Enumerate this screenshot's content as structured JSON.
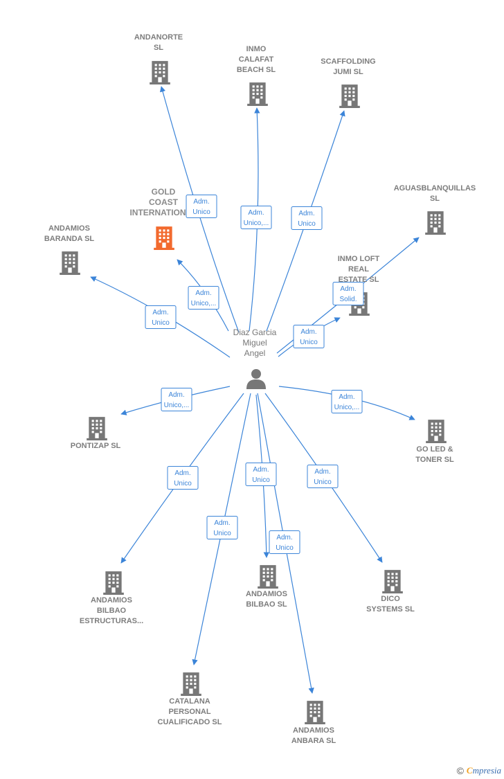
{
  "colors": {
    "edge": "#3b84d8",
    "building": "#777777",
    "highlight_building": "#f26a2e",
    "person": "#777777"
  },
  "person": {
    "name_lines": [
      "Diaz Garcia",
      "Miguel",
      "Angel"
    ],
    "icon": "person-icon"
  },
  "companies": [
    {
      "id": "andanorte",
      "lines": [
        "ANDANORTE",
        "SL"
      ],
      "icon": "building-icon"
    },
    {
      "id": "inmo-calafat",
      "lines": [
        "INMO",
        "CALAFAT",
        "BEACH  SL"
      ],
      "icon": "building-icon"
    },
    {
      "id": "scaffolding-jumi",
      "lines": [
        "SCAFFOLDING",
        "JUMI  SL"
      ],
      "icon": "building-icon"
    },
    {
      "id": "aguasblanquillas",
      "lines": [
        "AGUASBLANQUILLAS",
        "SL"
      ],
      "icon": "building-icon"
    },
    {
      "id": "gold-coast",
      "lines": [
        "GOLD",
        "COAST",
        "INTERNATIONAL"
      ],
      "icon": "building-icon",
      "highlight": true
    },
    {
      "id": "andamios-baranda",
      "lines": [
        "ANDAMIOS",
        "BARANDA  SL"
      ],
      "icon": "building-icon"
    },
    {
      "id": "inmo-loft",
      "lines": [
        "INMO LOFT",
        "REAL",
        "ESTATE  SL"
      ],
      "icon": "building-icon"
    },
    {
      "id": "pontizap",
      "lines": [
        "PONTIZAP SL"
      ],
      "icon": "building-icon"
    },
    {
      "id": "go-led",
      "lines": [
        "GO LED &",
        "TONER  SL"
      ],
      "icon": "building-icon"
    },
    {
      "id": "andamios-bilbao-estructuras",
      "lines": [
        "ANDAMIOS",
        "BILBAO",
        "ESTRUCTURAS..."
      ],
      "icon": "building-icon"
    },
    {
      "id": "andamios-bilbao",
      "lines": [
        "ANDAMIOS",
        "BILBAO SL"
      ],
      "icon": "building-icon"
    },
    {
      "id": "dico-systems",
      "lines": [
        "DICO",
        "SYSTEMS SL"
      ],
      "icon": "building-icon"
    },
    {
      "id": "catalana-personal",
      "lines": [
        "CATALANA",
        "PERSONAL",
        "CUALIFICADO SL"
      ],
      "icon": "building-icon"
    },
    {
      "id": "andamios-anbara",
      "lines": [
        "ANDAMIOS",
        "ANBARA  SL"
      ],
      "icon": "building-icon"
    }
  ],
  "edges": [
    {
      "to": "andanorte",
      "lines": [
        "Adm.",
        "Unico"
      ]
    },
    {
      "to": "inmo-calafat",
      "lines": [
        "Adm.",
        "Unico,..."
      ]
    },
    {
      "to": "scaffolding-jumi",
      "lines": [
        "Adm.",
        "Unico"
      ]
    },
    {
      "to": "aguasblanquillas",
      "lines": [
        "Adm.",
        "Solid."
      ]
    },
    {
      "to": "gold-coast",
      "lines": [
        "Adm.",
        "Unico,..."
      ]
    },
    {
      "to": "andamios-baranda",
      "lines": [
        "Adm.",
        "Unico"
      ]
    },
    {
      "to": "inmo-loft",
      "lines": [
        "Adm.",
        "Unico"
      ]
    },
    {
      "to": "pontizap",
      "lines": [
        "Adm.",
        "Unico,..."
      ]
    },
    {
      "to": "go-led",
      "lines": [
        "Adm.",
        "Unico,..."
      ]
    },
    {
      "to": "andamios-bilbao-estructuras",
      "lines": [
        "Adm.",
        "Unico"
      ]
    },
    {
      "to": "andamios-bilbao",
      "lines": [
        "Adm.",
        "Unico"
      ]
    },
    {
      "to": "dico-systems",
      "lines": [
        "Adm.",
        "Unico"
      ]
    },
    {
      "to": "catalana-personal",
      "lines": [
        "Adm.",
        "Unico"
      ]
    },
    {
      "to": "andamios-anbara",
      "lines": [
        "Adm.",
        "Unico"
      ]
    }
  ],
  "footer": {
    "copyright_symbol": "©",
    "brand_first_letter": "C",
    "brand_rest": "mpresia"
  }
}
